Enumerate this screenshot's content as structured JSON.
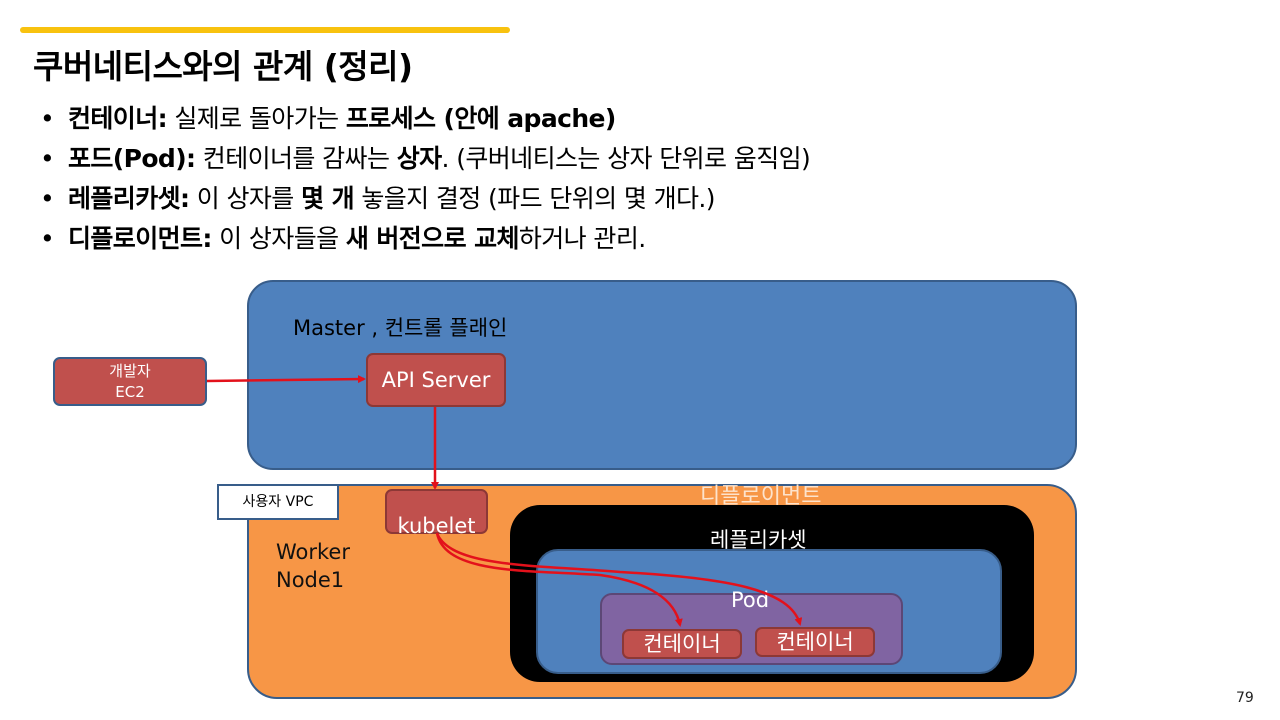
{
  "slide": {
    "title": "쿠버네티스와의 관계 (정리)",
    "accent_color": "#f8c20f",
    "page_number": "79"
  },
  "bullets": [
    {
      "term": "컨테이너:",
      "parts": [
        " 실제로 돌아가는 ",
        "프로세스 (안에 apache)",
        ""
      ]
    },
    {
      "term": "포드(Pod):",
      "parts": [
        " 컨테이너를 감싸는 ",
        "상자",
        ". (쿠버네티스는 상자 단위로 움직임)"
      ]
    },
    {
      "term": "레플리카셋:",
      "parts": [
        " 이 상자를 ",
        "몇 개",
        " 놓을지 결정 (파드 단위의 몇 개다.)"
      ]
    },
    {
      "term": "디플로이먼트:",
      "parts": [
        " 이 상자들을 ",
        "새 버전으로 교체",
        "하거나 관리."
      ]
    }
  ],
  "diagram": {
    "developer": {
      "line1": "개발자",
      "line2": "EC2"
    },
    "master_label": "Master , 컨트롤 플래인",
    "api_server": "API Server",
    "vpc_label": "사용자  VPC",
    "kubelet": "kubelet",
    "worker": {
      "line1": "Worker",
      "line2": "Node1"
    },
    "deployment_label": "디플로이먼트",
    "replicaset_label": "레플리카셋",
    "pod_label": "Pod",
    "containers": [
      "컨테이너",
      "컨테이너"
    ],
    "colors": {
      "master": "#4f81bd",
      "worker": "#f79646",
      "replicaset": "#000000",
      "pod": "#8064a2",
      "component": "#c0504d",
      "arrow": "#e3111b"
    }
  }
}
